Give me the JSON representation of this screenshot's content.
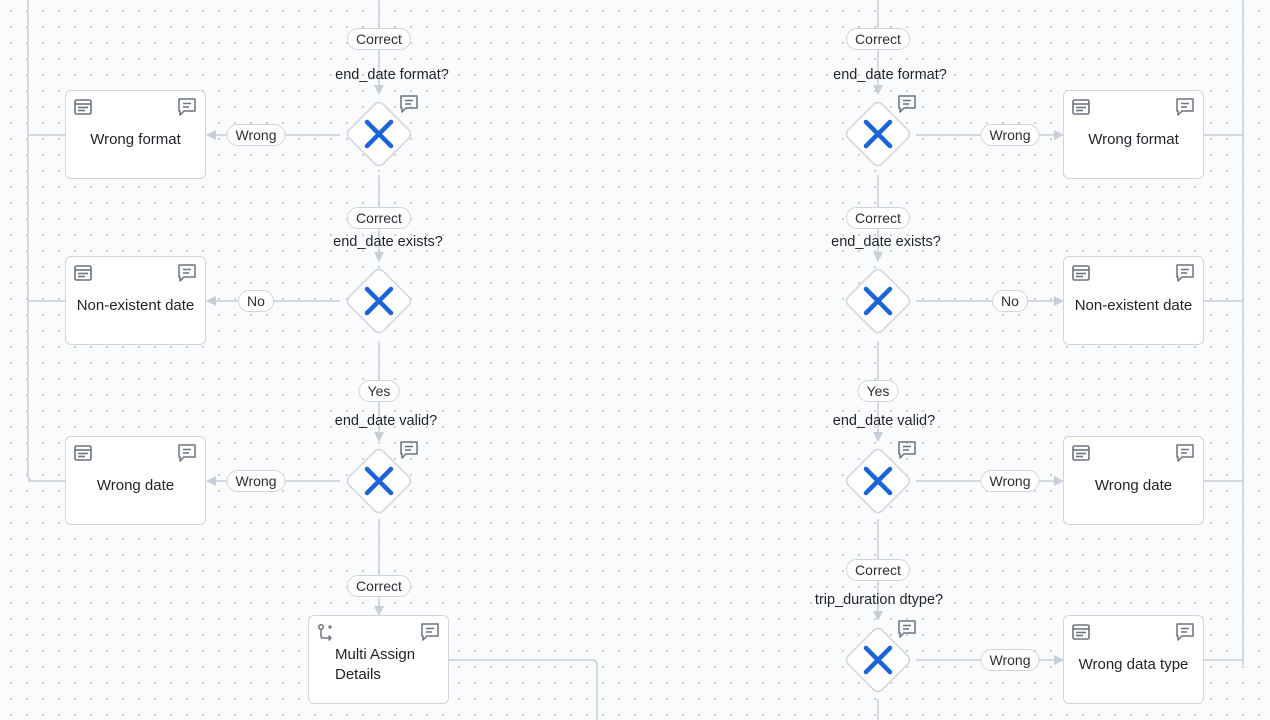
{
  "left_column": {
    "q1": "end_date format?",
    "q2": "end_date exists?",
    "q3": "end_date valid?",
    "edge_into_q1": "Correct",
    "edge_q1_q2": "Correct",
    "edge_q2_q3": "Yes",
    "edge_q3_out": "Correct",
    "q1_branch": "Wrong",
    "q2_branch": "No",
    "q3_branch": "Wrong",
    "box1": "Wrong format",
    "box2": "Non-existent date",
    "box3": "Wrong date",
    "multi_line1": "Multi Assign",
    "multi_line2": "Details"
  },
  "right_column": {
    "q1": "end_date format?",
    "q2": "end_date exists?",
    "q3": "end_date valid?",
    "q4": "trip_duration dtype?",
    "edge_into_q1": "Correct",
    "edge_q1_q2": "Correct",
    "edge_q2_q3": "Yes",
    "edge_q3_q4": "Correct",
    "q1_branch": "Wrong",
    "q2_branch": "No",
    "q3_branch": "Wrong",
    "q4_branch": "Wrong",
    "box1": "Wrong format",
    "box2": "Non-existent date",
    "box3": "Wrong date",
    "box4": "Wrong data type"
  },
  "colors": {
    "gateway_x": "#1a63d8",
    "wire": "#c8ced8",
    "border": "#d0d5dd",
    "icon": "#6b7280"
  },
  "icons": {
    "task": "form-card-icon",
    "comment": "comment-icon",
    "assign": "multi-assign-icon",
    "gateway": "exclusive-gateway-x-icon"
  }
}
